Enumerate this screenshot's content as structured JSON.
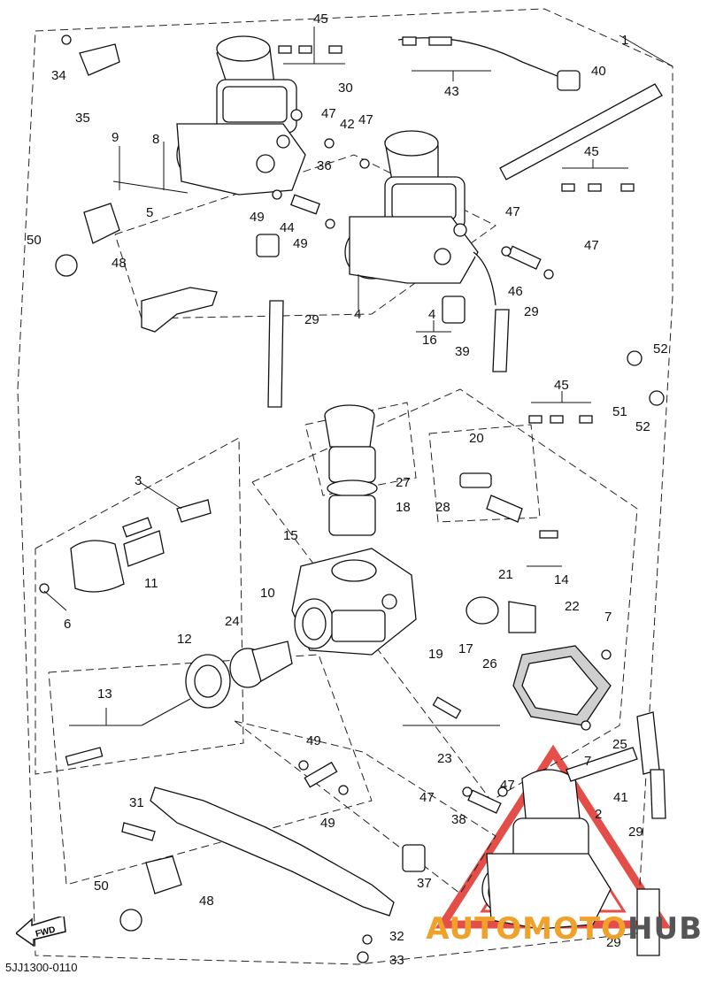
{
  "diagram": {
    "callouts": [
      "1",
      "2",
      "3",
      "4",
      "4",
      "5",
      "6",
      "7",
      "7",
      "8",
      "9",
      "10",
      "11",
      "12",
      "13",
      "14",
      "15",
      "16",
      "17",
      "18",
      "19",
      "20",
      "21",
      "22",
      "23",
      "24",
      "25",
      "26",
      "27",
      "28",
      "29",
      "29",
      "29",
      "29",
      "30",
      "31",
      "32",
      "33",
      "34",
      "35",
      "36",
      "37",
      "38",
      "39",
      "40",
      "41",
      "42",
      "43",
      "44",
      "45",
      "45",
      "45",
      "46",
      "47",
      "47",
      "47",
      "47",
      "47",
      "47",
      "48",
      "48",
      "49",
      "49",
      "49",
      "49",
      "50",
      "50",
      "51",
      "52",
      "52"
    ],
    "diagram_code": "5JJ1300-0110",
    "fwd_label": "FWD",
    "watermark": {
      "part1": "AUTOMOTO",
      "part2": "HUB",
      "color_accent": "#f0a12a",
      "color_dark": "#555555",
      "triangle_color": "#e0302a"
    }
  }
}
